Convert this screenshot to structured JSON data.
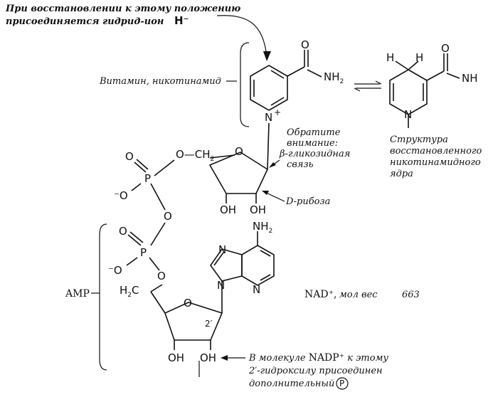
{
  "annotations": {
    "hydride_line1": "При восстановлении к этому положению",
    "hydride_line2": "присоединяется гидрид-ион",
    "hydride_symbol": "H⁻",
    "vitamin": "Витамин, никотинамид",
    "attention_line1": "Обратите",
    "attention_line2": "внимание:",
    "attention_line3": "β-гликозидная",
    "attention_line4": "связь",
    "ribose": "D-рибоза",
    "reduced_line1": "Структура",
    "reduced_line2": "восстановленного",
    "reduced_line3": "никотинамидного",
    "reduced_line4": "ядра",
    "amp": "AMP",
    "nad_label": "NAD⁺,",
    "mol_wt_label": "мол вес",
    "mol_wt_value": "663",
    "nadp_line1_prefix": "В молекуле",
    "nadp_line1_term": "NADP⁺",
    "nadp_line1_suffix": "к этому",
    "nadp_line2": "2′-гидроксилу присоединен",
    "nadp_line3": "дополнительный",
    "phosphate_symbol": "P"
  },
  "atoms": {
    "O": "O",
    "C": "C",
    "NH2": "NH",
    "NH2_sub": "2",
    "N": "N",
    "N_plus": "N",
    "plus": "+",
    "H": "H",
    "P": "P",
    "O_minus": "⁻O",
    "OH": "OH",
    "CH2_upper": "O—CH",
    "CH2_sub": "2",
    "H2C": "H",
    "H2C_sub": "2",
    "H2C_C": "C",
    "NH2_adenine": "NH",
    "NH2_adenine_sub": "2",
    "prime2": "2′",
    "NH_trunc": "NH"
  },
  "colors": {
    "ink": "#111111",
    "paper": "#ffffff"
  }
}
